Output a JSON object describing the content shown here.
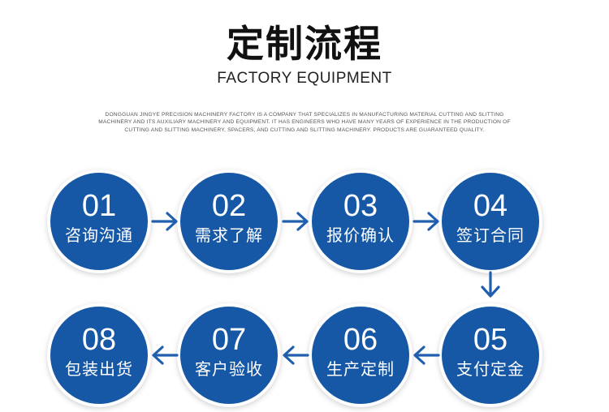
{
  "header": {
    "title": "定制流程",
    "subtitle": "FACTORY EQUIPMENT",
    "description": "DONGGUAN JINGYE PRECISION MACHINERY FACTORY IS A COMPANY THAT SPECIALIZES IN MANUFACTURING MATERIAL CUTTING AND SLITTING MACHINERY AND ITS AUXILIARY MACHINERY AND EQUIPMENT. IT HAS ENGINEERS WHO HAVE MANY YEARS OF EXPERIENCE IN THE PRODUCTION OF CUTTING AND SLITTING MACHINERY, SPACERS, AND CUTTING AND SLITTING MACHINERY. PRODUCTS ARE GUARANTEED QUALITY."
  },
  "steps": [
    {
      "num": "01",
      "label": "咨询沟通"
    },
    {
      "num": "02",
      "label": "需求了解"
    },
    {
      "num": "03",
      "label": "报价确认"
    },
    {
      "num": "04",
      "label": "签订合同"
    },
    {
      "num": "05",
      "label": "支付定金"
    },
    {
      "num": "06",
      "label": "生产定制"
    },
    {
      "num": "07",
      "label": "客户验收"
    },
    {
      "num": "08",
      "label": "包装出货"
    }
  ],
  "colors": {
    "circle": "#1658a6",
    "arrow": "#1f5fae",
    "title": "#111111"
  },
  "icons": {
    "flow_arrow": "arrow-icon"
  }
}
